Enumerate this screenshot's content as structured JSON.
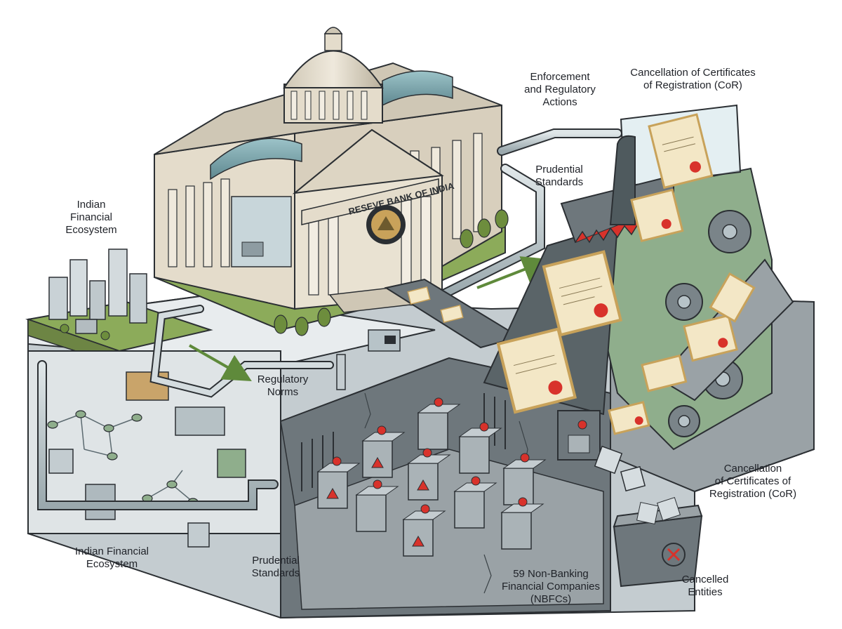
{
  "colors": {
    "building_stone": "#e4dccb",
    "building_shadow": "#b9b09c",
    "glass_dome": "#6f9aa3",
    "grass": "#8cab5a",
    "pipe": "#b7c3c8",
    "vault_concrete": "#9aa2a6",
    "vault_dark": "#6e777c",
    "machine_green": "#8fae8c",
    "machine_dark": "#4f5a5e",
    "certificate": "#f3e7c6",
    "certificate_border": "#c8a25a",
    "alarm_red": "#d8322b",
    "arrow_green": "#5f8a3b",
    "outline": "#2b2f33"
  },
  "building": {
    "name_text": "RESEVE BANK OF INDIA"
  },
  "labels": {
    "ecosystem_top": "Indian\nFinancial\nEcosystem",
    "ecosystem_bottom": "Indian Financial\nEcosystem",
    "enforcement": "Enforcement\nand Regulatory\nActions",
    "cancellation_top": "Cancellation of Certificates\nof Registration (CoR)",
    "prudential_top": "Prudential\nStandards",
    "regulatory_norms": "Regulatory\nNorms",
    "cancellation_right": "Cancellation\nof Certificates of\nRegistration (CoR)",
    "prudential_bottom": "Prudential\nStandards",
    "nbfcs": "59 Non-Banking\nFinancial Companies\n(NBFCs)",
    "cancelled_entities": "Cancelled\nEntities"
  }
}
